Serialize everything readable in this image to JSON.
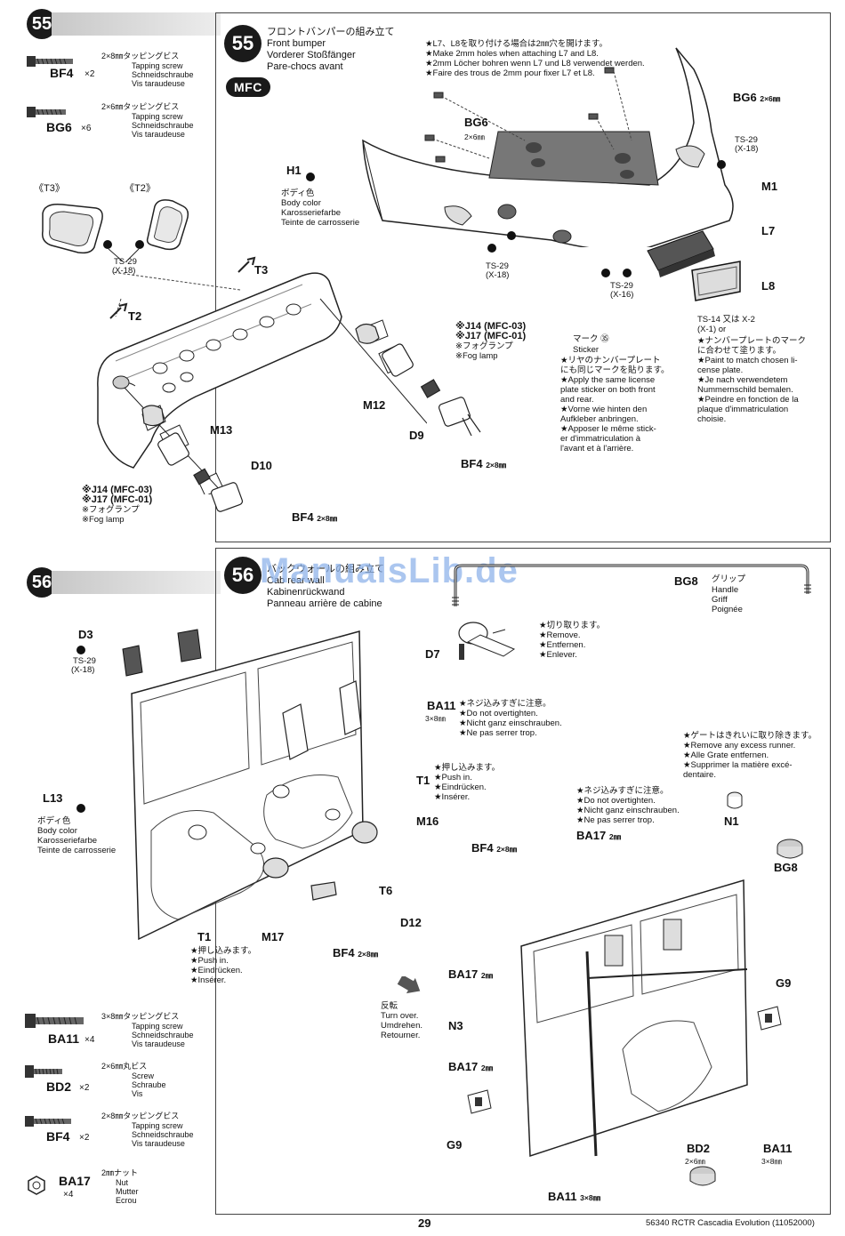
{
  "step55": {
    "number": "55",
    "title_jp": "フロントバンパーの組み立て",
    "title_en": "Front bumper",
    "title_de": "Vorderer Stoßfänger",
    "title_fr": "Pare-chocs avant",
    "mfc_badge": "MFC",
    "parts": [
      {
        "name": "BF4",
        "qty": "×2",
        "size": "2×8㎜タッピングビス",
        "desc": [
          "Tapping screw",
          "Schneidschraube",
          "Vis taraudeuse"
        ]
      },
      {
        "name": "BG6",
        "qty": "×6",
        "size": "2×6㎜タッピングビス",
        "desc": [
          "Tapping screw",
          "Schneidschraube",
          "Vis taraudeuse"
        ]
      }
    ],
    "t3": "《T3》",
    "t2": "《T2》",
    "ts29_left": "TS-29",
    "x18_left": "(X-18)",
    "note_holes": [
      "★L7、L8を取り付ける場合は2㎜穴を開けます。",
      "★Make 2mm holes when attaching L7 and L8.",
      "★2mm Löcher bohren wenn L7 und L8 verwendet werden.",
      "★Faire des trous de 2mm pour fixer L7 et L8."
    ],
    "label_bg6_top": "BG6",
    "label_bg6_top_size": "2×6㎜",
    "label_bg6_mid": "BG6",
    "label_bg6_mid_size": "2×6㎜",
    "ts29_right": "TS-29",
    "x18_right": "(X-18)",
    "label_h1": "H1",
    "body_color": [
      "ボディ色",
      "Body color",
      "Karosseriefarbe",
      "Teinte de carrosserie"
    ],
    "label_m1": "M1",
    "label_l7": "L7",
    "label_l8": "L8",
    "ts29_bottom_left": "TS-29",
    "x18_bottom_left": "(X-18)",
    "ts29_bottom": "TS-29",
    "x16_bottom": "(X-16)",
    "ts14_note": [
      "TS-14 又は X-2",
      "(X-1)    or"
    ],
    "note_plate": [
      "★ナンバープレートのマーク",
      "に合わせて塗ります。",
      "★Paint to match chosen li-",
      "cense plate.",
      "★Je nach verwendetem",
      "Nummernschild bemalen.",
      "★Peindre en fonction de la",
      "plaque d'immatriculation",
      "choisie."
    ],
    "sticker_mark": "マーク ㉟",
    "sticker_label": "Sticker",
    "note_sticker": [
      "★リヤのナンバープレート",
      "にも同じマークを貼ります。",
      "★Apply the same license",
      "plate sticker on both front",
      "and rear.",
      "★Vorne wie hinten den",
      "Aufkleber anbringen.",
      "★Apposer le même stick-",
      "er d'immatriculation à",
      "l'avant et à l'arrière."
    ],
    "label_t3": "T3",
    "label_t2": "T2",
    "fog_right": [
      "※J14 (MFC-03)",
      "※J17 (MFC-01)",
      "※フォグランプ",
      "※Fog lamp"
    ],
    "label_m12": "M12",
    "label_d9": "D9",
    "label_bf4_right": "BF4",
    "label_bf4_right_size": "2×8㎜",
    "label_m13": "M13",
    "label_d10": "D10",
    "fog_left": [
      "※J14 (MFC-03)",
      "※J17 (MFC-01)",
      "※フォグランプ",
      "※Fog lamp"
    ],
    "label_bf4_left": "BF4",
    "label_bf4_left_size": "2×8㎜"
  },
  "step56": {
    "number": "56",
    "title_jp": "バックウォールの組み立て",
    "title_en": "Cab rear wall",
    "title_de": "Kabinenrückwand",
    "title_fr": "Panneau arrière de cabine",
    "handle_name": "BG8",
    "handle_jp": "グリップ",
    "handle_desc": [
      "Handle",
      "Griff",
      "Poignée"
    ],
    "label_d3": "D3",
    "ts29": "TS-29",
    "x18": "(X-18)",
    "label_d7": "D7",
    "note_cut": [
      "★切り取ります。",
      "★Remove.",
      "★Entfernen.",
      "★Enlever."
    ],
    "label_ba11": "BA11",
    "label_ba11_size": "3×8㎜",
    "note_overtighten": [
      "★ネジ込みすぎに注意。",
      "★Do not overtighten.",
      "★Nicht ganz einschrauben.",
      "★Ne pas serrer trop."
    ],
    "note_push": [
      "★押し込みます。",
      "★Push in.",
      "★Eindrücken.",
      "★Insérer."
    ],
    "label_t1_top": "T1",
    "label_l13": "L13",
    "body_color": [
      "ボディ色",
      "Body color",
      "Karosseriefarbe",
      "Teinte de carrosserie"
    ],
    "label_m16": "M16",
    "label_bf4_top": "BF4",
    "label_bf4_top_size": "2×8㎜",
    "label_t6": "T6",
    "label_d12": "D12",
    "label_t1_bottom": "T1",
    "label_m17": "M17",
    "label_bf4_bottom": "BF4",
    "label_bf4_bottom_size": "2×8㎜",
    "note_push_bottom": [
      "★押し込みます。",
      "★Push in.",
      "★Eindrücken.",
      "★Insérer."
    ],
    "note_runner": [
      "★ゲートはきれいに取り除きます。",
      "★Remove any excess runner.",
      "★Alle Grate entfernen.",
      "★Supprimer la matière excé-",
      "dentaire."
    ],
    "note_overtighten2": [
      "★ネジ込みすぎに注意。",
      "★Do not overtighten.",
      "★Nicht ganz einschrauben.",
      "★Ne pas serrer trop."
    ],
    "label_ba17_top": "BA17",
    "label_ba17_top_size": "2㎜",
    "label_n1": "N1",
    "label_bg8": "BG8",
    "label_ba17_mid": "BA17",
    "label_ba17_mid_size": "2㎜",
    "turn_over": [
      "反転",
      "Turn over.",
      "Umdrehen.",
      "Retourner."
    ],
    "label_g9_right": "G9",
    "label_n3": "N3",
    "label_ba17_low": "BA17",
    "label_ba17_low_size": "2㎜",
    "label_g9_left": "G9",
    "label_bd2": "BD2",
    "label_bd2_size": "2×6㎜",
    "label_ba11_right": "BA11",
    "label_ba11_right_size": "3×8㎜",
    "label_ba11_bottom": "BA11",
    "label_ba11_bottom_size": "3×8㎜",
    "parts": [
      {
        "name": "BA11",
        "qty": "×4",
        "size": "3×8㎜タッピングビス",
        "desc": [
          "Tapping screw",
          "Schneidschraube",
          "Vis taraudeuse"
        ]
      },
      {
        "name": "BD2",
        "qty": "×2",
        "size": "2×6㎜丸ビス",
        "desc": [
          "Screw",
          "Schraube",
          "Vis"
        ]
      },
      {
        "name": "BF4",
        "qty": "×2",
        "size": "2×8㎜タッピングビス",
        "desc": [
          "Tapping screw",
          "Schneidschraube",
          "Vis taraudeuse"
        ]
      },
      {
        "name": "BA17",
        "qty": "×4",
        "size": "2㎜ナット",
        "desc": [
          "Nut",
          "Mutter",
          "Ecrou"
        ]
      }
    ]
  },
  "watermark": "ManualsLib.de",
  "footer": {
    "page": "29",
    "code": "56340 RCTR Cascadia Evolution (11052000)"
  }
}
